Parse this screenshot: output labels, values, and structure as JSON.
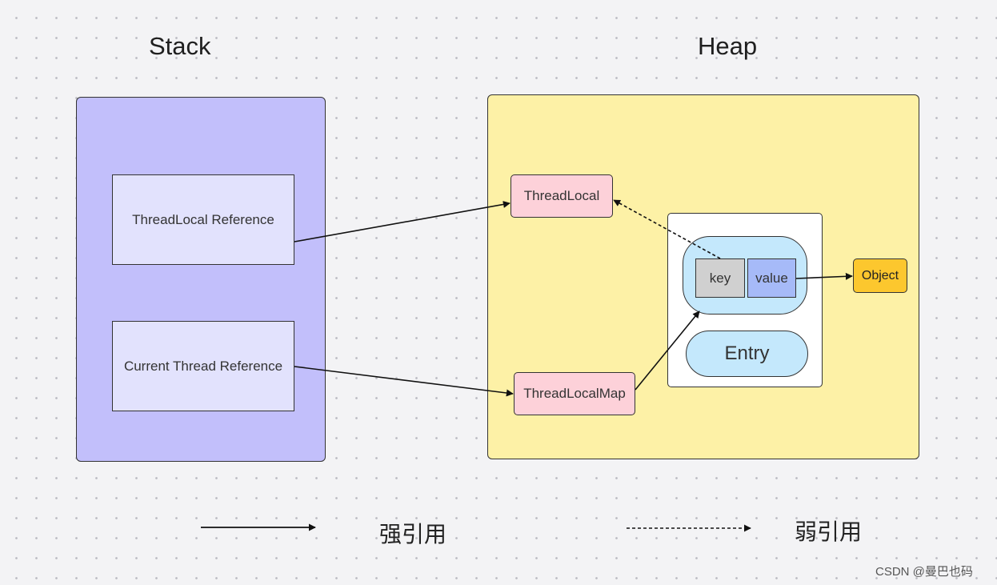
{
  "stack": {
    "title": "Stack",
    "threadlocal_ref": "ThreadLocal Reference",
    "thread_ref": "Current Thread Reference"
  },
  "heap": {
    "title": "Heap",
    "threadlocal": "ThreadLocal",
    "threadlocalmap": "ThreadLocalMap",
    "entry": {
      "key": "key",
      "value": "value",
      "label": "Entry"
    },
    "object": "Object"
  },
  "legend": {
    "strong": "强引用",
    "weak": "弱引用"
  },
  "watermark": "CSDN @曼巴也码",
  "colors": {
    "stack_bg": "#c2bffb",
    "heap_bg": "#fdf1a6",
    "ref_box": "#e2e2fd",
    "pink_node": "#fdd1d9",
    "entry_pill": "#c4e8fc",
    "key_box": "#d0d0d0",
    "value_box": "#a6baf8",
    "object_box": "#fcc72e"
  }
}
